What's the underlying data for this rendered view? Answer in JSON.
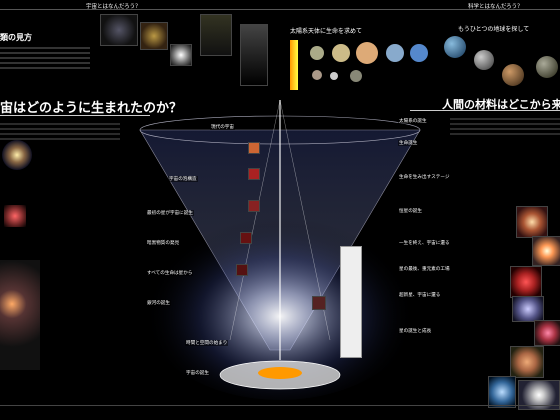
{
  "header": {
    "top_q1": "宇宙とはなんだろう？",
    "top_q2": "科学とはなんだろう？"
  },
  "sections": {
    "left_title": "宙はどのように生まれたのか？",
    "right_title": "人間の材料はどこから来たの",
    "left_top_title": "類の見方",
    "center_top_title": "太陽系天体に生命を求めて",
    "right_top_title": "もうひとつの地球を探して",
    "center_box": "現代の宇宙",
    "center_box2": "すべての生命は星から",
    "center_box3": "最初の星が宇宙に誕生",
    "center_box4": "暗黒物質の発見",
    "center_box5": "時間と空間の始まり",
    "center_box6": "宇宙の誕生",
    "center_box7": "宇宙の泡構造",
    "center_box8": "銀河の誕生",
    "right_box1": "生命を生み出すステージ",
    "right_box2": "恒星の誕生",
    "right_box3": "一生を終え、宇宙に還る",
    "right_box4": "星の最後、重元素の工場",
    "right_box5": "超新星、宇宙に還る",
    "right_box6": "生命誕生",
    "right_box7": "星の誕生と成長",
    "right_box8": "太陽系の誕生"
  },
  "colors": {
    "background": "#000000",
    "accent_blue": "#2060b0",
    "accent_yellow": "#ffd23a",
    "accent_pink": "#e0306a"
  }
}
